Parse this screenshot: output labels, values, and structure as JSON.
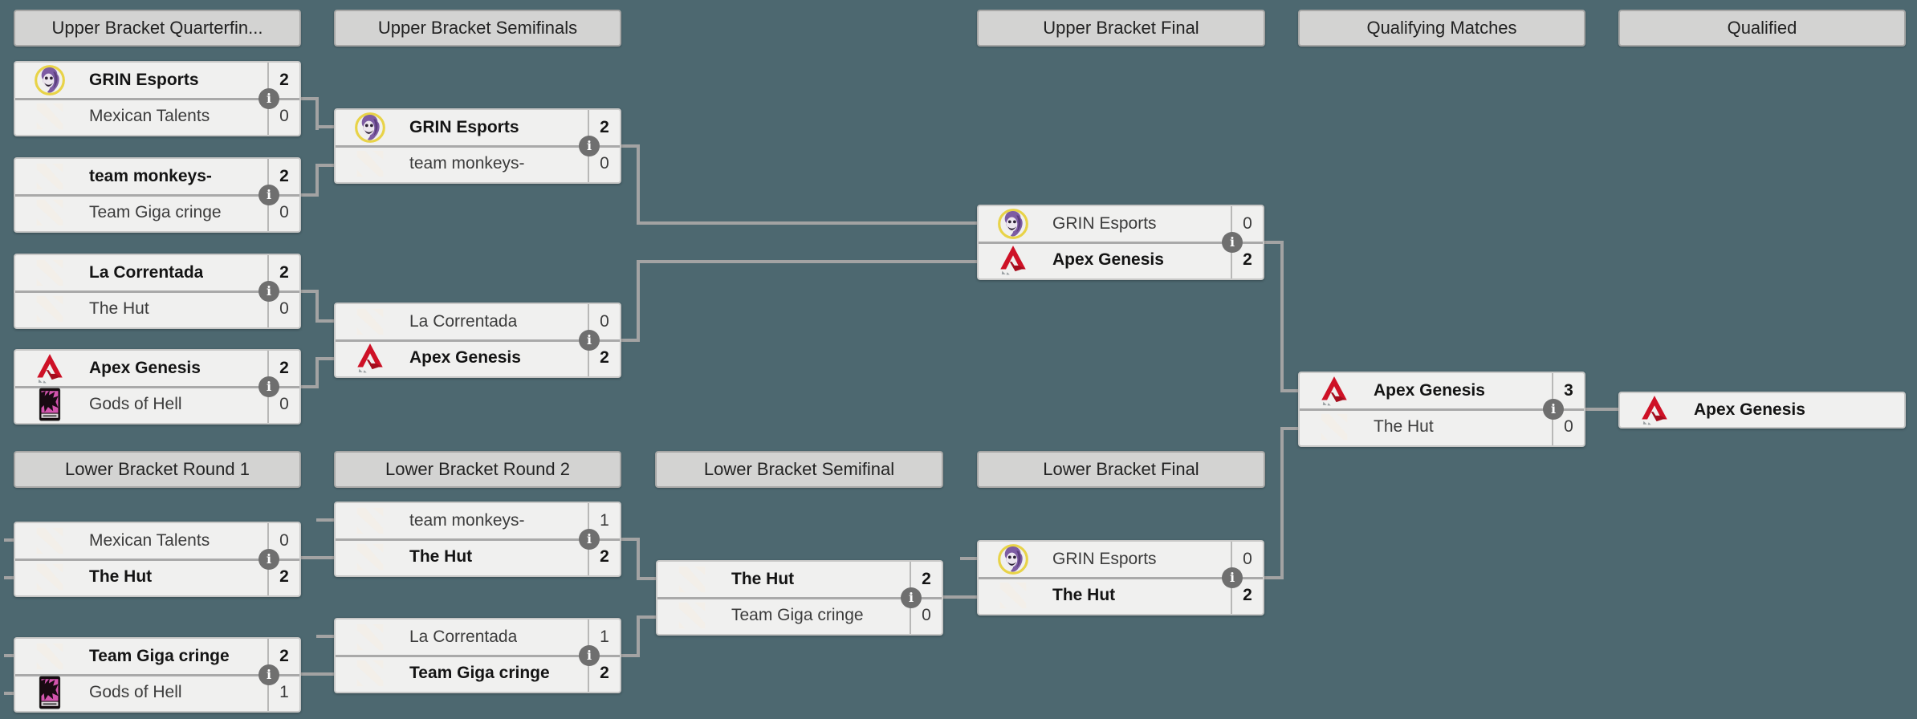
{
  "colors": {
    "background": "#4d6870",
    "box_bg": "#f0f0ef",
    "header_bg": "#d3d3d2",
    "connector": "#a3a3a3",
    "winner_text": "#141414",
    "loser_text": "#3c3c3c",
    "info_badge": "#6f6f6f",
    "dota_red": "#9c3a17",
    "apex_red": "#ce1126",
    "grin_purple": "#7d5ca3",
    "gods_pink": "#d355ae"
  },
  "icons": {
    "info": "i"
  },
  "headers": {
    "ub_quarterfinals": "Upper Bracket Quarterfin...",
    "ub_semifinals": "Upper Bracket Semifinals",
    "ub_final": "Upper Bracket Final",
    "qualifying": "Qualifying Matches",
    "qualified": "Qualified",
    "lb_round1": "Lower Bracket Round 1",
    "lb_round2": "Lower Bracket Round 2",
    "lb_semifinal": "Lower Bracket Semifinal",
    "lb_final": "Lower Bracket Final"
  },
  "matches": {
    "ub_qf": [
      {
        "top": {
          "name": "GRIN Esports",
          "score": "2",
          "logo": "grin",
          "winner": true
        },
        "bottom": {
          "name": "Mexican Talents",
          "score": "0",
          "logo": "dota",
          "winner": false
        }
      },
      {
        "top": {
          "name": "team monkeys-",
          "score": "2",
          "logo": "dota",
          "winner": true
        },
        "bottom": {
          "name": "Team Giga cringe",
          "score": "0",
          "logo": "dota",
          "winner": false
        }
      },
      {
        "top": {
          "name": "La Correntada",
          "score": "2",
          "logo": "dota",
          "winner": true
        },
        "bottom": {
          "name": "The Hut",
          "score": "0",
          "logo": "dota",
          "winner": false
        }
      },
      {
        "top": {
          "name": "Apex Genesis",
          "score": "2",
          "logo": "apex",
          "winner": true
        },
        "bottom": {
          "name": "Gods of Hell",
          "score": "0",
          "logo": "gods",
          "winner": false
        }
      }
    ],
    "ub_sf": [
      {
        "top": {
          "name": "GRIN Esports",
          "score": "2",
          "logo": "grin",
          "winner": true
        },
        "bottom": {
          "name": "team monkeys-",
          "score": "0",
          "logo": "dota",
          "winner": false
        }
      },
      {
        "top": {
          "name": "La Correntada",
          "score": "0",
          "logo": "dota",
          "winner": false
        },
        "bottom": {
          "name": "Apex Genesis",
          "score": "2",
          "logo": "apex",
          "winner": true
        }
      }
    ],
    "ub_final": {
      "top": {
        "name": "GRIN Esports",
        "score": "0",
        "logo": "grin",
        "winner": false
      },
      "bottom": {
        "name": "Apex Genesis",
        "score": "2",
        "logo": "apex",
        "winner": true
      }
    },
    "qualifying": {
      "top": {
        "name": "Apex Genesis",
        "score": "3",
        "logo": "apex",
        "winner": true
      },
      "bottom": {
        "name": "The Hut",
        "score": "0",
        "logo": "dota",
        "winner": false
      }
    },
    "qualified": {
      "name": "Apex Genesis",
      "logo": "apex",
      "winner": true
    },
    "lb_r1": [
      {
        "top": {
          "name": "Mexican Talents",
          "score": "0",
          "logo": "dota",
          "winner": false
        },
        "bottom": {
          "name": "The Hut",
          "score": "2",
          "logo": "dota",
          "winner": true
        }
      },
      {
        "top": {
          "name": "Team Giga cringe",
          "score": "2",
          "logo": "dota",
          "winner": true
        },
        "bottom": {
          "name": "Gods of Hell",
          "score": "1",
          "logo": "gods",
          "winner": false
        }
      }
    ],
    "lb_r2": [
      {
        "top": {
          "name": "team monkeys-",
          "score": "1",
          "logo": "dota",
          "winner": false
        },
        "bottom": {
          "name": "The Hut",
          "score": "2",
          "logo": "dota",
          "winner": true
        }
      },
      {
        "top": {
          "name": "La Correntada",
          "score": "1",
          "logo": "dota",
          "winner": false
        },
        "bottom": {
          "name": "Team Giga cringe",
          "score": "2",
          "logo": "dota",
          "winner": true
        }
      }
    ],
    "lb_sf": {
      "top": {
        "name": "The Hut",
        "score": "2",
        "logo": "dota",
        "winner": true
      },
      "bottom": {
        "name": "Team Giga cringe",
        "score": "0",
        "logo": "dota",
        "winner": false
      }
    },
    "lb_final": {
      "top": {
        "name": "GRIN Esports",
        "score": "0",
        "logo": "grin",
        "winner": false
      },
      "bottom": {
        "name": "The Hut",
        "score": "2",
        "logo": "dota",
        "winner": true
      }
    }
  }
}
